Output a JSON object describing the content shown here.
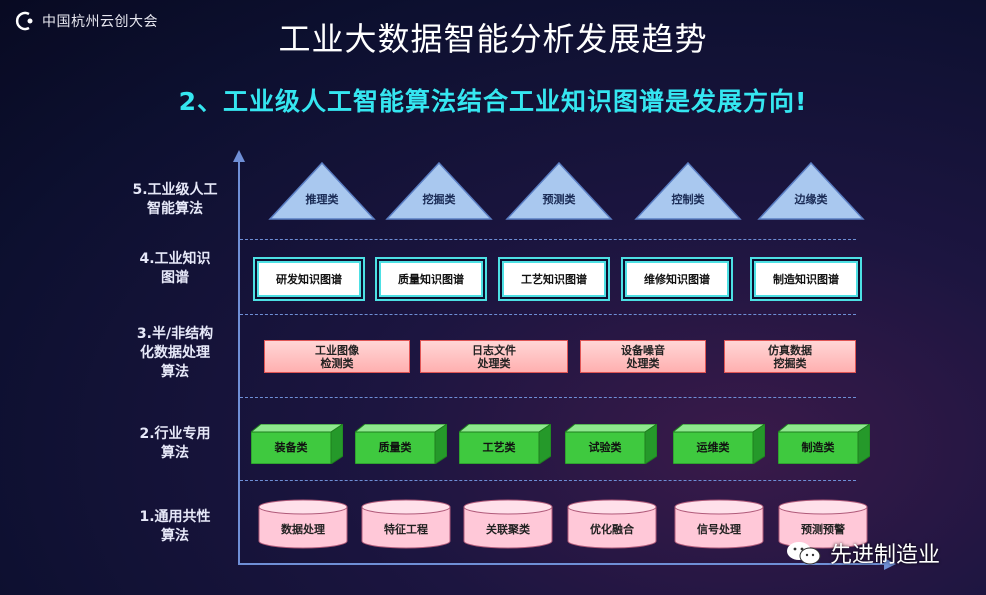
{
  "logo": {
    "text": "中国杭州云创大会"
  },
  "title": "工业大数据智能分析发展趋势",
  "subtitle": "2、工业级人工智能算法结合工业知识图谱是发展方向!",
  "levels": [
    {
      "label": "5.工业级人工\n智能算法"
    },
    {
      "label": "4.工业知识\n图谱"
    },
    {
      "label": "3.半/非结构\n化数据处理\n算法"
    },
    {
      "label": "2.行业专用\n算法"
    },
    {
      "label": "1.通用共性\n算法"
    }
  ],
  "level5_items": [
    "推理类",
    "挖掘类",
    "预测类",
    "控制类",
    "边缘类"
  ],
  "level4_items": [
    "研发知识图谱",
    "质量知识图谱",
    "工艺知识图谱",
    "维修知识图谱",
    "制造知识图谱"
  ],
  "level3_items": [
    {
      "line1": "工业图像",
      "line2": "检测类"
    },
    {
      "line1": "日志文件",
      "line2": "处理类"
    },
    {
      "line1": "设备噪音",
      "line2": "处理类"
    },
    {
      "line1": "仿真数据",
      "line2": "挖掘类"
    }
  ],
  "level2_items": [
    "装备类",
    "质量类",
    "工艺类",
    "试验类",
    "运维类",
    "制造类"
  ],
  "level1_items": [
    "数据处理",
    "特征工程",
    "关联聚类",
    "优化融合",
    "信号处理",
    "预测预警"
  ],
  "watermark": {
    "text": "先进制造业"
  },
  "colors": {
    "accent": "#35e6f0",
    "axis": "#6f8fd6",
    "triangle": "#a9c8ef",
    "cube": "#3fc93f",
    "pink": "#ffb0b0"
  }
}
